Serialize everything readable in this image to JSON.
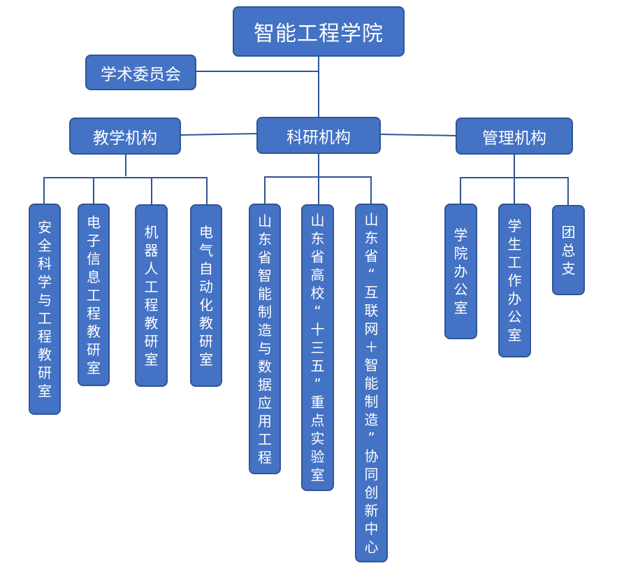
{
  "root": {
    "label": "智能工程学院"
  },
  "committee": {
    "label": "学术委员会"
  },
  "branches": {
    "teaching": {
      "label": "教学机构",
      "children": [
        "安全科学与工程教研室",
        "电子信息工程教研室",
        "机器人工程教研室",
        "电气自动化教研室"
      ]
    },
    "research": {
      "label": "科研机构",
      "children": [
        "山东省智能制造与数据应用工程",
        "山东省高校“十三五”重点实验室",
        "山东省“互联网＋智能制造”协同创新中心"
      ]
    },
    "management": {
      "label": "管理机构",
      "children": [
        "学院办公室",
        "学生工作办公室",
        "团总支"
      ]
    }
  },
  "colors": {
    "box_fill": "#4472c4",
    "box_border": "#2f5597",
    "connector": "#2f5597",
    "text": "#ffffff"
  }
}
